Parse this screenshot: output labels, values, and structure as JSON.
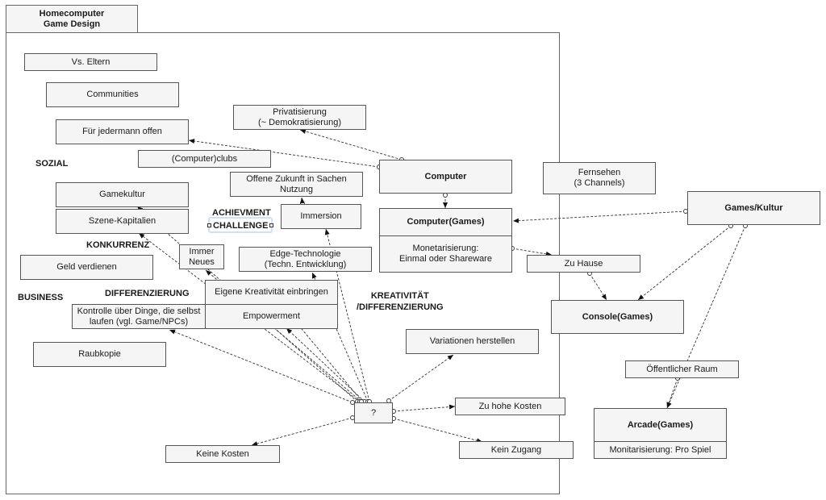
{
  "title": "Homecomputer\nGame Design",
  "frame_title_lines": [
    "Homecomputer",
    "Game Design"
  ],
  "categories": {
    "sozial": "SOZIAL",
    "konkurrenz": "KONKURRENZ",
    "business": "BUSINESS",
    "differenzierung": "DIFFERENZIERUNG",
    "achievement": "ACHIEVMENT",
    "challenge": "CHALLENGE",
    "kreativitaet_line1": "KREATIVITÄT",
    "kreativitaet_line2": "/DIFFERENZIERUNG"
  },
  "nodes": {
    "vs_eltern": "Vs. Eltern",
    "communities": "Communities",
    "fuer_jedermann": "Für jedermann offen",
    "computerclubs": "(Computer)clubs",
    "gamekultur": "Gamekultur",
    "szene_kapitalien": "Szene-Kapitalien",
    "geld_verdienen": "Geld verdienen",
    "kontrolle_line1": "Kontrolle über Dinge, die selbst",
    "kontrolle_line2": "laufen (vgl. Game/NPCs)",
    "raubkopie": "Raubkopie",
    "privatisierung_line1": "Privatisierung",
    "privatisierung_line2": "(~ Demokratisierung)",
    "offene_zukunft_line1": "Offene Zukunft in Sachen",
    "offene_zukunft_line2": "Nutzung",
    "immersion": "Immersion",
    "immer_neues_line1": "Immer",
    "immer_neues_line2": "Neues",
    "edge_tech_line1": "Edge-Technologie",
    "edge_tech_line2": "(Techn. Entwicklung)",
    "eigene_kreativitaet": "Eigene Kreativität einbringen",
    "empowerment": "Empowerment",
    "question": "?",
    "variationen": "Variationen herstellen",
    "zu_hohe_kosten": "Zu hohe Kosten",
    "kein_zugang": "Kein Zugang",
    "keine_kosten": "Keine Kosten",
    "computer": "Computer",
    "computer_games": "Computer(Games)",
    "computer_games_body_line1": "Monetarisierung:",
    "computer_games_body_line2": "Einmal oder Shareware",
    "fernsehen_line1": "Fernsehen",
    "fernsehen_line2": "(3 Channels)",
    "games_kultur": "Games/Kultur",
    "zu_hause": "Zu Hause",
    "console_games": "Console(Games)",
    "oeffentlicher_raum": "Öffentlicher Raum",
    "arcade_games": "Arcade(Games)",
    "arcade_games_body": "Monitarisierung: Pro Spiel"
  },
  "edges": [
    {
      "from": "computer",
      "to": "privatisierung"
    },
    {
      "from": "computer",
      "to": "fuer_jedermann"
    },
    {
      "from": "computer",
      "to": "computer_games"
    },
    {
      "from": "computer_games",
      "to": "zu_hause"
    },
    {
      "from": "games_kultur",
      "to": "computer_games"
    },
    {
      "from": "games_kultur",
      "to": "console_games"
    },
    {
      "from": "games_kultur",
      "to": "arcade_games"
    },
    {
      "from": "zu_hause",
      "to": "console_games"
    },
    {
      "from": "oeffentlicher_raum",
      "to": "arcade_games"
    },
    {
      "from": "immersion",
      "to": "offene_zukunft"
    },
    {
      "from": "question",
      "to": "gamekultur"
    },
    {
      "from": "question",
      "to": "szene_kapitalien"
    },
    {
      "from": "question",
      "to": "kontrolle"
    },
    {
      "from": "question",
      "to": "eigene_kreativitaet"
    },
    {
      "from": "question",
      "to": "empowerment"
    },
    {
      "from": "question",
      "to": "edge_tech"
    },
    {
      "from": "question",
      "to": "immersion"
    },
    {
      "from": "question",
      "to": "immer_neues"
    },
    {
      "from": "question",
      "to": "variationen"
    },
    {
      "from": "question",
      "to": "zu_hohe_kosten"
    },
    {
      "from": "question",
      "to": "kein_zugang"
    },
    {
      "from": "question",
      "to": "keine_kosten"
    }
  ]
}
